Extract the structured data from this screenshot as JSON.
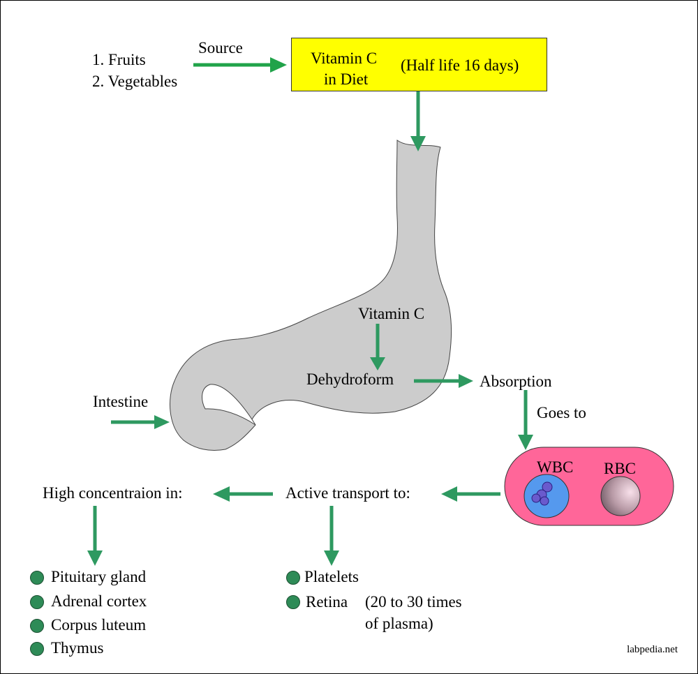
{
  "sources": [
    "1. Fruits",
    "2. Vegetables"
  ],
  "source_label": "Source",
  "diet_box": {
    "line1": "Vitamin C",
    "line2": "in Diet",
    "half_life": "(Half life 16 days)",
    "fill_color": "#ffff00"
  },
  "stomach": {
    "vitamin_label": "Vitamin C",
    "dehydro_label": "Dehydroform",
    "fill_color": "#cccccc"
  },
  "intestine_label": "Intestine",
  "absorption_label": "Absorption",
  "goes_to_label": "Goes to",
  "blood_cell": {
    "wbc_label": "WBC",
    "rbc_label": "RBC",
    "plasma_color": "#ff6699",
    "wbc_color": "#5599ee"
  },
  "active_transport_label": "Active transport to:",
  "high_concentration_label": "High concentraion in:",
  "high_concentration_items": [
    "Pituitary gland",
    "Adrenal cortex",
    "Corpus luteum",
    "Thymus"
  ],
  "transport_items": [
    "Platelets",
    "Retina"
  ],
  "retina_note": [
    "(20 to 30 times",
    "of plasma)"
  ],
  "arrow_color": "#2e9960",
  "watermark": "labpedia.net"
}
